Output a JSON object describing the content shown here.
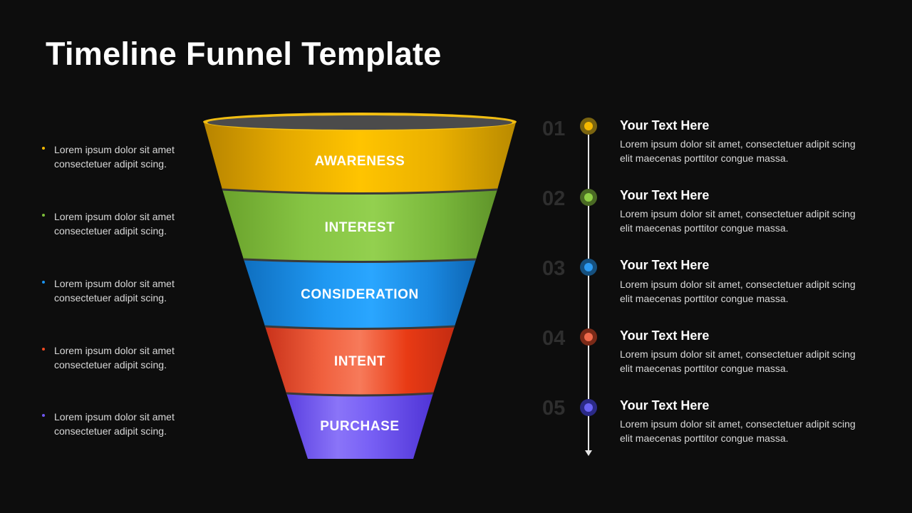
{
  "title": "Timeline Funnel Template",
  "colors": {
    "background": "#0d0d0d",
    "awareness": "#f5b800",
    "interest": "#7dbd3a",
    "consideration": "#1a93f0",
    "intent": "#ef4a22",
    "purchase": "#6f57f2"
  },
  "left_notes": [
    {
      "text": "Lorem ipsum dolor sit amet consectetuer adipit scing.",
      "color": "#f5b800"
    },
    {
      "text": "Lorem ipsum dolor sit amet consectetuer adipit scing.",
      "color": "#7dbd3a"
    },
    {
      "text": "Lorem ipsum dolor sit amet consectetuer adipit scing.",
      "color": "#1a93f0"
    },
    {
      "text": "Lorem ipsum dolor sit amet consectetuer adipit scing.",
      "color": "#ef4a22"
    },
    {
      "text": "Lorem ipsum dolor sit amet consectetuer adipit scing.",
      "color": "#6f57f2"
    }
  ],
  "funnel_stages": [
    {
      "label": "AWARENESS"
    },
    {
      "label": "INTEREST"
    },
    {
      "label": "CONSIDERATION"
    },
    {
      "label": "INTENT"
    },
    {
      "label": "PURCHASE"
    }
  ],
  "timeline": [
    {
      "number": "01",
      "heading": "Your Text Here",
      "body": "Lorem ipsum dolor sit amet, consectetuer adipit scing elit maecenas porttitor congue massa.",
      "dot_color": "#f5b800",
      "ring_color": "#7a6410"
    },
    {
      "number": "02",
      "heading": "Your Text Here",
      "body": "Lorem ipsum dolor sit amet, consectetuer adipit scing elit maecenas porttitor congue massa.",
      "dot_color": "#8fcf45",
      "ring_color": "#4a6a24"
    },
    {
      "number": "03",
      "heading": "Your Text Here",
      "body": "Lorem ipsum dolor sit amet, consectetuer adipit scing elit maecenas porttitor congue massa.",
      "dot_color": "#2d9bf2",
      "ring_color": "#16507e"
    },
    {
      "number": "04",
      "heading": "Your Text Here",
      "body": "Lorem ipsum dolor sit amet, consectetuer adipit scing elit maecenas porttitor congue massa.",
      "dot_color": "#f06a4c",
      "ring_color": "#7a2a18"
    },
    {
      "number": "05",
      "heading": "Your Text Here",
      "body": "Lorem ipsum dolor sit amet, consectetuer adipit scing elit maecenas porttitor congue massa.",
      "dot_color": "#6a63f5",
      "ring_color": "#2b2a86"
    }
  ]
}
